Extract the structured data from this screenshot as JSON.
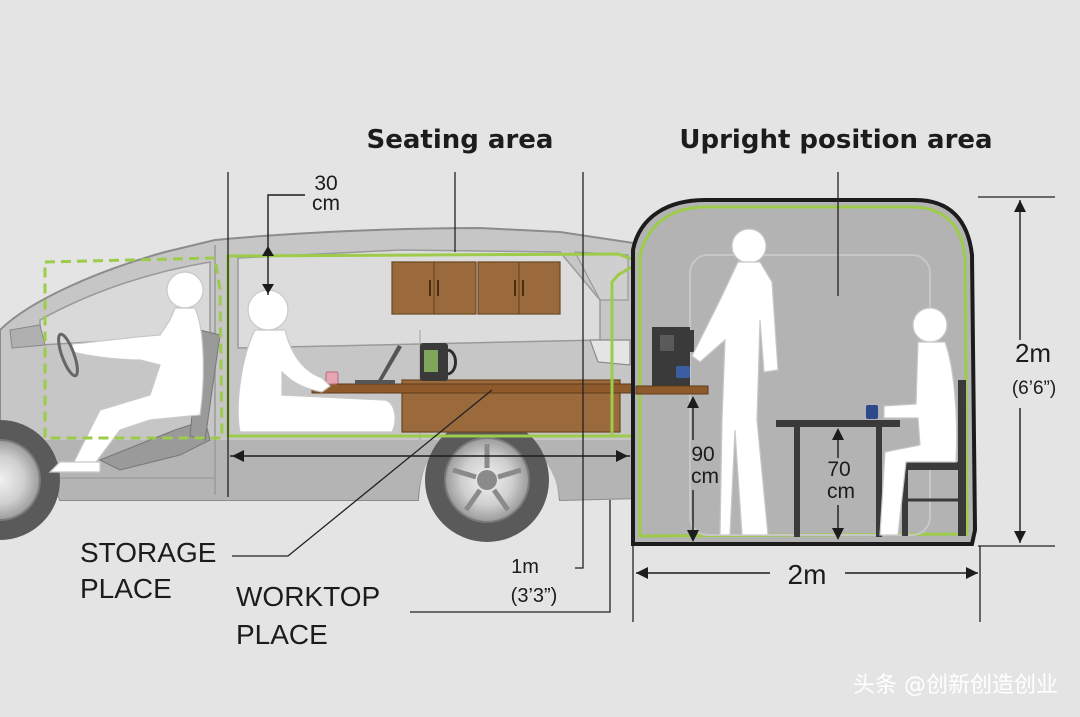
{
  "headings": {
    "seating_area": "Seating area",
    "upright_area": "Upright position area"
  },
  "dimensions": {
    "head_clearance_value": "30",
    "head_clearance_unit": "cm",
    "van_length_metric": "1m",
    "van_length_imperial": "(3’3”)",
    "tent_height_metric": "2m",
    "tent_height_imperial": "(6’6”)",
    "tent_width": "2m",
    "counter_height_value": "90",
    "counter_height_unit": "cm",
    "table_height_value": "70",
    "table_height_unit": "cm"
  },
  "labels": {
    "storage_line1": "STORAGE",
    "storage_line2": "PLACE",
    "worktop_line1": "WORKTOP",
    "worktop_line2": "PLACE"
  },
  "watermark": "头条 @创新创造创业",
  "colors": {
    "background": "#e4e4e4",
    "outline_green": "#9dcb4a",
    "cabinet_brown": "#9b6a3c",
    "worktop_brown": "#8e5a2c",
    "van_body": "#c4c4c4",
    "tent_interior": "#b3b3b3",
    "text": "#1c1c1c"
  }
}
